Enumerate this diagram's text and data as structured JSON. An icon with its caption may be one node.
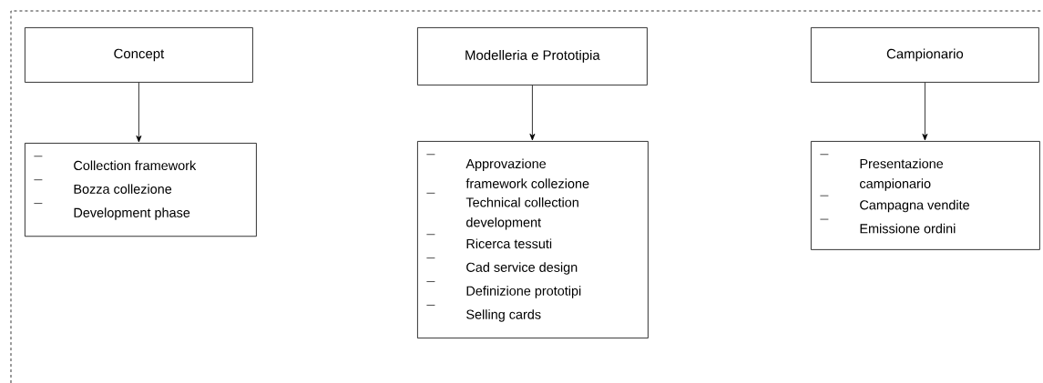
{
  "diagram": {
    "nodes": [
      {
        "text": [
          "Concept"
        ]
      },
      {
        "text": [
          "Modelleria e Prototipia"
        ]
      },
      {
        "text": [
          "Campionario"
        ]
      },
      {
        "text": [
          "Collection framework",
          "Bozza collezione",
          "Development phase"
        ]
      },
      {
        "text": [
          "Approvazione framework collezione",
          "Technical collection development",
          "Ricerca tessuti",
          "Cad service design",
          "Definizione prototipi",
          "Selling cards"
        ]
      },
      {
        "text": [
          "Presentazione campionario",
          "Campagna vendite",
          "Emissione ordini"
        ]
      }
    ],
    "edges": [
      {
        "from": 0,
        "to": 3,
        "arrow": "to"
      },
      {
        "from": 1,
        "to": 4,
        "arrow": "to"
      },
      {
        "from": 2,
        "to": 5,
        "arrow": "to"
      }
    ]
  }
}
